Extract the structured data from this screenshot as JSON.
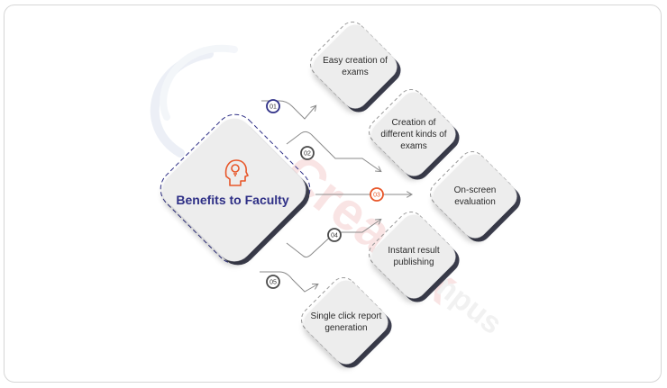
{
  "hub": {
    "title": "Benefits to Faculty",
    "icon": "head-lightbulb-icon"
  },
  "items": [
    {
      "num": "01",
      "label": "Easy creation of exams"
    },
    {
      "num": "02",
      "label": "Creation of different kinds of exams"
    },
    {
      "num": "03",
      "label": "On-screen evaluation"
    },
    {
      "num": "04",
      "label": "Instant result publishing"
    },
    {
      "num": "05",
      "label": "Single click report generation"
    }
  ],
  "watermark": {
    "line1": "CreatrIx",
    "line2": "Campus"
  },
  "colors": {
    "navy": "#2e2f86",
    "orange": "#e8572a",
    "card": "#ededed",
    "grey_text": "#4a4a4a"
  }
}
